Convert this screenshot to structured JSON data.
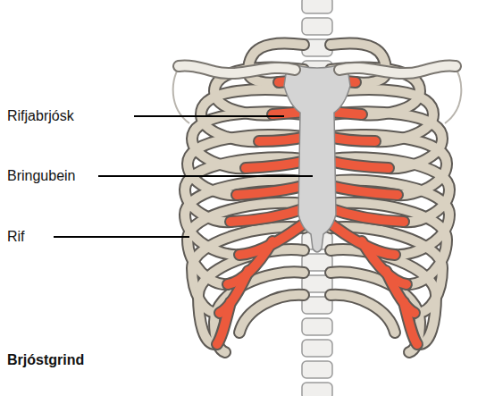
{
  "diagram": {
    "title": "Brjóstgrind",
    "labels": [
      "Rifjabrjósk",
      "Bringubein",
      "Rif"
    ]
  }
}
